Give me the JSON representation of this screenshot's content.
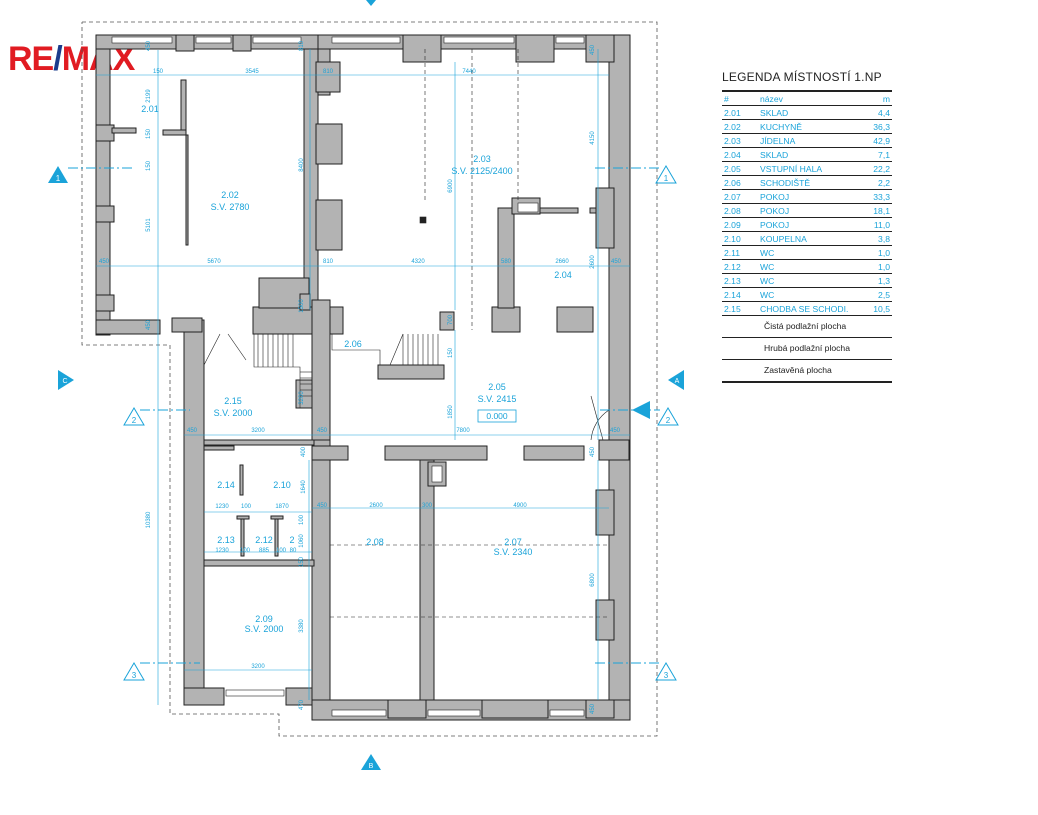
{
  "brand": {
    "part1": "RE",
    "slash": "/",
    "part2": "MAX"
  },
  "legend": {
    "title": "LEGENDA MÍSTNOSTÍ 1.NP",
    "headers": {
      "number": "#",
      "name": "název",
      "area": "m"
    },
    "rooms": [
      {
        "number": "2.01",
        "name": "SKLAD",
        "area": "4,4"
      },
      {
        "number": "2.02",
        "name": "KUCHYNĚ",
        "area": "36,3"
      },
      {
        "number": "2.03",
        "name": "JÍDELNA",
        "area": "42,9"
      },
      {
        "number": "2.04",
        "name": "SKLAD",
        "area": "7,1"
      },
      {
        "number": "2.05",
        "name": "VSTUPNÍ HALA",
        "area": "22,2"
      },
      {
        "number": "2.06",
        "name": "SCHODIŠTĚ",
        "area": "2,2"
      },
      {
        "number": "2.07",
        "name": "POKOJ",
        "area": "33,3"
      },
      {
        "number": "2.08",
        "name": "POKOJ",
        "area": "18,1"
      },
      {
        "number": "2.09",
        "name": "POKOJ",
        "area": "11,0"
      },
      {
        "number": "2.10",
        "name": "KOUPELNA",
        "area": "3,8"
      },
      {
        "number": "2.11",
        "name": "WC",
        "area": "1,0"
      },
      {
        "number": "2.12",
        "name": "WC",
        "area": "1,0"
      },
      {
        "number": "2.13",
        "name": "WC",
        "area": "1,3"
      },
      {
        "number": "2.14",
        "name": "WC",
        "area": "2,5"
      },
      {
        "number": "2.15",
        "name": "CHODBA SE SCHODI.",
        "area": "10,5"
      }
    ],
    "summary": [
      "Čistá podlažní plocha",
      "Hrubá podlažní plocha",
      "Zastavěná plocha"
    ]
  },
  "plan": {
    "rooms": [
      {
        "id": "2.01",
        "sv": ""
      },
      {
        "id": "2.02",
        "sv": "S.V. 2780"
      },
      {
        "id": "2.03",
        "sv": "S.V. 2125/2400"
      },
      {
        "id": "2.04",
        "sv": ""
      },
      {
        "id": "2.05",
        "sv": "S.V. 2415"
      },
      {
        "id": "2.06",
        "sv": ""
      },
      {
        "id": "2.07",
        "sv": "S.V. 2340"
      },
      {
        "id": "2.08",
        "sv": ""
      },
      {
        "id": "2.09",
        "sv": "S.V. 2000"
      },
      {
        "id": "2.10",
        "sv": ""
      },
      {
        "id": "2.12",
        "sv": ""
      },
      {
        "id": "2.13",
        "sv": ""
      },
      {
        "id": "2.14",
        "sv": ""
      },
      {
        "id": "2.15",
        "sv": "S.V. 2000"
      }
    ],
    "level": "0.000",
    "dimensions": [
      "450",
      "2199",
      "150",
      "3545",
      "150",
      "150",
      "5101",
      "450",
      "5670",
      "810",
      "8400",
      "810",
      "7440",
      "6900",
      "4150",
      "450",
      "810",
      "4320",
      "580",
      "2660",
      "2600",
      "450",
      "1500",
      "700",
      "150",
      "1850",
      "3200",
      "450",
      "3200",
      "450",
      "7800",
      "450",
      "400",
      "1640",
      "2600",
      "300",
      "4900",
      "1230",
      "100",
      "1870",
      "100",
      "1230",
      "100",
      "885",
      "100",
      "80",
      "1060",
      "150",
      "10380",
      "450",
      "3380",
      "3200",
      "6800",
      "470",
      "450",
      "450",
      "450"
    ],
    "sections": [
      "1",
      "1",
      "2",
      "2",
      "3",
      "3"
    ],
    "axes": [
      "A",
      "B",
      "C"
    ],
    "extra_label": "2"
  }
}
